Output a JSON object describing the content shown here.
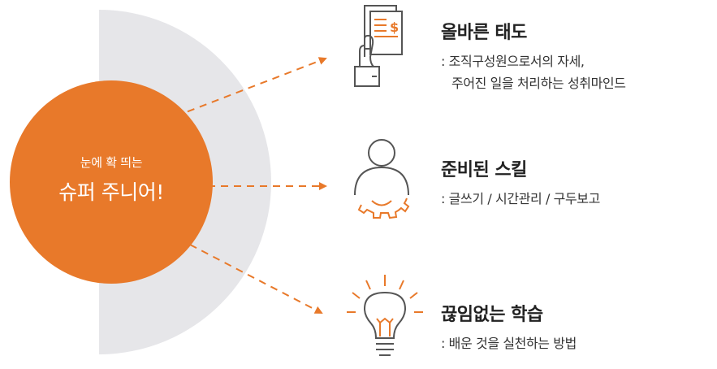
{
  "center": {
    "line1": "눈에 확 띄는",
    "line2": "슈퍼 주니어!"
  },
  "items": [
    {
      "icon": "document-dollar-hand-icon",
      "title": "올바른 태도",
      "desc1": ": 조직구성원으로서의 자세,",
      "desc2": "주어진 일을 처리하는 성취마인드"
    },
    {
      "icon": "person-gear-icon",
      "title": "준비된 스킬",
      "desc1": ": 글쓰기 / 시간관리 / 구두보고"
    },
    {
      "icon": "lightbulb-icon",
      "title": "끊임없는 학습",
      "desc1": ": 배운 것을 실천하는 방법"
    }
  ],
  "colors": {
    "accent": "#E8792A",
    "panel": "#E6E6E9",
    "icon_stroke": "#555555"
  }
}
